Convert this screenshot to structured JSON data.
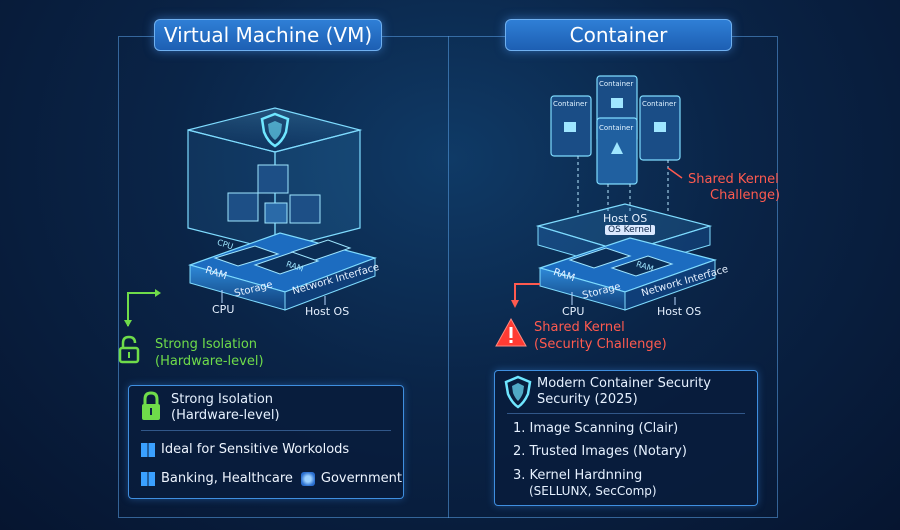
{
  "vm": {
    "title": "Virtual Machine (VM)",
    "hw": {
      "ram": "RAM",
      "storage": "Storage",
      "cpu": "CPU",
      "net": "Network Interface",
      "host": "Host OS",
      "chip": "CPU",
      "chip2": "RAM"
    },
    "isolation": [
      "Strong Isolation",
      "(Hardware-level)"
    ],
    "card": {
      "header": [
        "Strong Isolation",
        "(Hardware-level)"
      ],
      "item1": "Ideal for Sensitive Workolods",
      "item2a": "Banking, Healthcare",
      "item2b": "Government"
    }
  },
  "container": {
    "title": "Container",
    "boxes": [
      "Container",
      "Container",
      "Container",
      "Container"
    ],
    "host_os": "Host OS",
    "os_kernel": "OS Kernel",
    "hw": {
      "ram": "RAM",
      "storage": "Storage",
      "cpu": "CPU",
      "net": "Network Interface",
      "host": "Host OS",
      "chip": "RAM"
    },
    "shared_kernel_challenge": [
      "Shared Kernel",
      "Challenge)"
    ],
    "shared_kernel_security": [
      "Shared Kernel",
      "(Security Challenge)"
    ],
    "card": {
      "header": [
        "Modern Container Security",
        "Security (2025)"
      ],
      "items": [
        "1. Image Scanning (Clair)",
        "2. Trusted Images (Notary)",
        "3. Kernel Hardnning",
        "(SELLUNX, SecComp)"
      ]
    }
  },
  "colors": {
    "accent": "#3f8fe0",
    "green": "#6fdc4a",
    "red": "#ff5a4f",
    "cyan": "#6fe6ff"
  }
}
